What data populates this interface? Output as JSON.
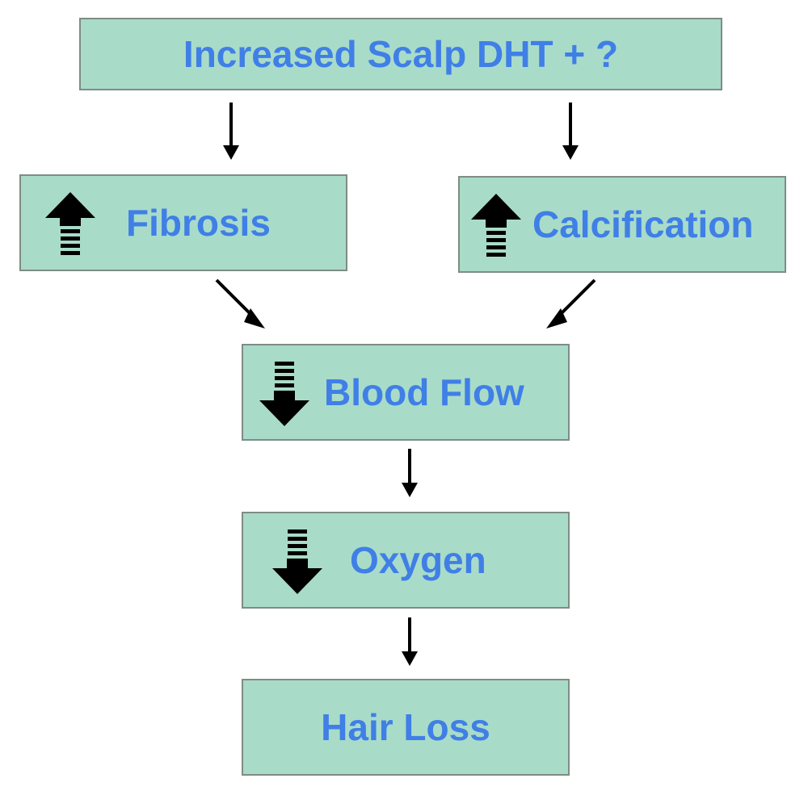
{
  "colors": {
    "box_fill": "#a9dbc9",
    "box_border": "#7f8c86",
    "text": "#3f7fe6",
    "arrow": "#000000"
  },
  "nodes": {
    "top": {
      "label": "Increased Scalp DHT + ?"
    },
    "fibrosis": {
      "label": "Fibrosis",
      "indicator": "up-arrow-icon"
    },
    "calcification": {
      "label": "Calcification",
      "indicator": "up-arrow-icon"
    },
    "blood_flow": {
      "label": "Blood Flow",
      "indicator": "down-arrow-icon"
    },
    "oxygen": {
      "label": "Oxygen",
      "indicator": "down-arrow-icon"
    },
    "hair_loss": {
      "label": "Hair Loss"
    }
  },
  "edges": [
    {
      "from": "top",
      "to": "fibrosis"
    },
    {
      "from": "top",
      "to": "calcification"
    },
    {
      "from": "fibrosis",
      "to": "blood_flow"
    },
    {
      "from": "calcification",
      "to": "blood_flow"
    },
    {
      "from": "blood_flow",
      "to": "oxygen"
    },
    {
      "from": "oxygen",
      "to": "hair_loss"
    }
  ]
}
